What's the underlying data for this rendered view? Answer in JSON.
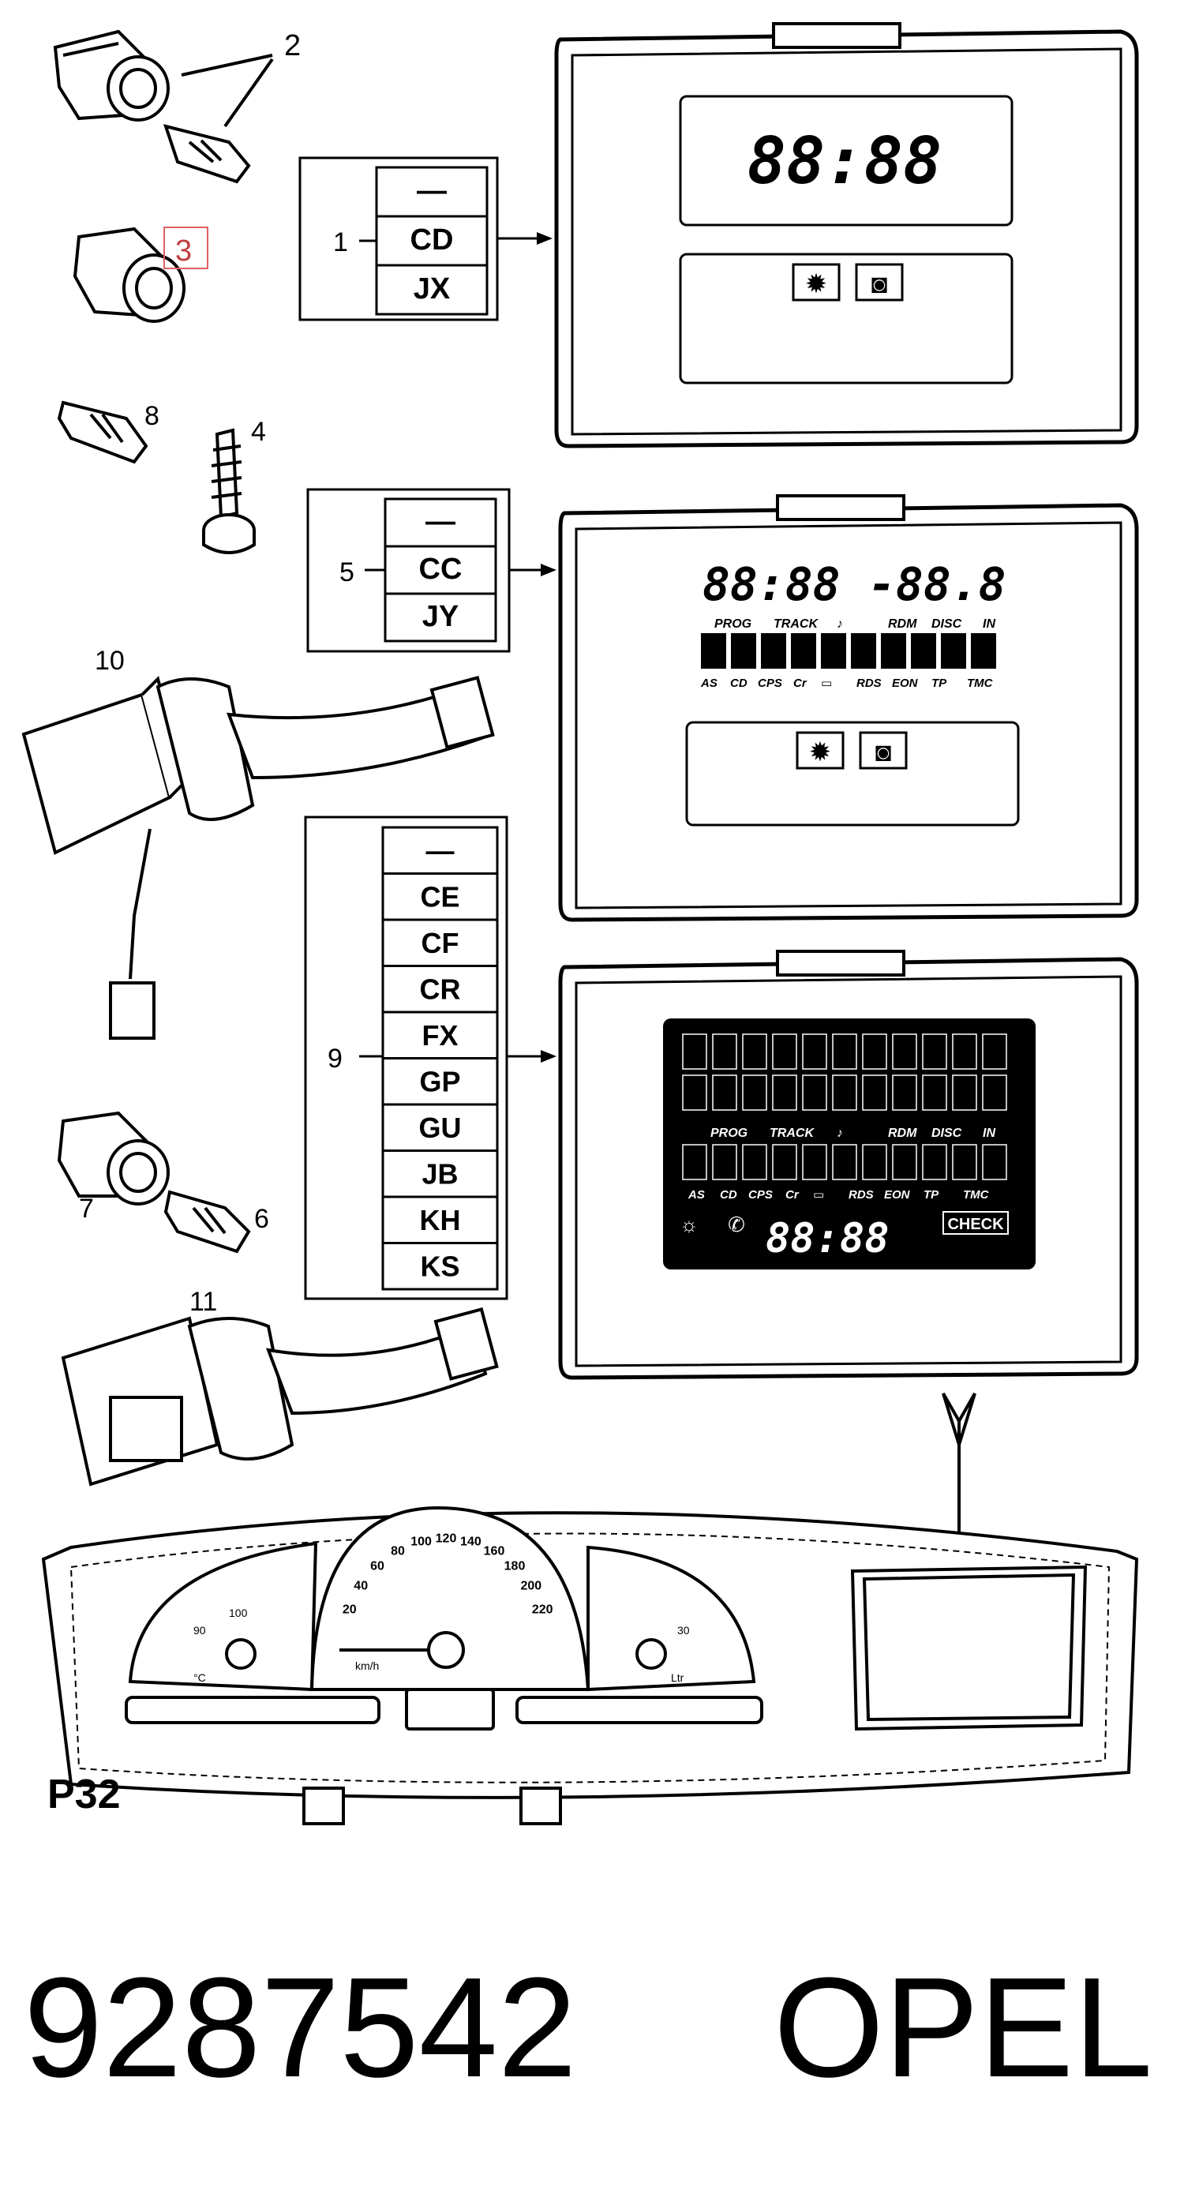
{
  "callouts": {
    "n1": "1",
    "n2": "2",
    "n3": "3",
    "n4": "4",
    "n5": "5",
    "n6": "6",
    "n7": "7",
    "n8": "8",
    "n9": "9",
    "n10": "10",
    "n11": "11"
  },
  "variant_boxes": {
    "box1": [
      "—",
      "CD",
      "JX"
    ],
    "box5": [
      "—",
      "CC",
      "JY"
    ],
    "box9": [
      "—",
      "CE",
      "CF",
      "CR",
      "FX",
      "GP",
      "GU",
      "JB",
      "KH",
      "KS"
    ]
  },
  "display1": {
    "clock": "88:88"
  },
  "display2": {
    "clock": "88:88",
    "freq": "-88.8",
    "top_labels": [
      "PROG",
      "TRACK",
      "♪",
      "RDM",
      "DISC",
      "IN"
    ],
    "bottom_labels": [
      "AS",
      "CD",
      "CPS",
      "Cr",
      "▭",
      "RDS",
      "EON",
      "TP",
      "TMC"
    ]
  },
  "display3": {
    "top_labels": [
      "PROG",
      "TRACK",
      "♪",
      "RDM",
      "DISC",
      "IN"
    ],
    "bottom_labels": [
      "AS",
      "CD",
      "CPS",
      "Cr",
      "▭",
      "RDS",
      "EON",
      "TP",
      "TMC"
    ],
    "clock": "88:88",
    "check": "CHECK"
  },
  "cluster": {
    "speed_ticks": [
      "20",
      "40",
      "60",
      "80",
      "100",
      "120",
      "140",
      "160",
      "180",
      "200",
      "220"
    ],
    "speed_unit": "km/h",
    "rpm_ticks": [
      "100",
      "90"
    ],
    "temp_unit": "°C",
    "fuel_unit": "Ltr",
    "fuel_tick": "30"
  },
  "plate_code": "P32",
  "part_number": "9287542",
  "brand": "OPEL",
  "colors": {
    "line": "#000000",
    "lcd": "#000000",
    "highlight": "#e06060"
  }
}
